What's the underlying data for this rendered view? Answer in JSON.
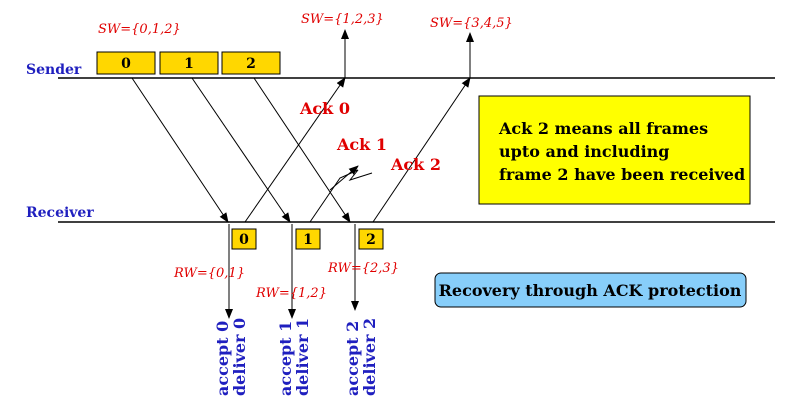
{
  "sender_label": "Sender",
  "receiver_label": "Receiver",
  "sender_windows": [
    "SW={0,1,2}",
    "SW={1,2,3}",
    "SW={3,4,5}"
  ],
  "sender_frames": [
    "0",
    "1",
    "2"
  ],
  "receiver_frames": [
    "0",
    "1",
    "2"
  ],
  "receiver_windows": [
    "RW={0,1}",
    "RW={1,2}",
    "RW={2,3}"
  ],
  "acks": [
    "Ack 0",
    "Ack 1",
    "Ack 2"
  ],
  "note_lines": [
    "Ack 2 means all frames",
    "upto and including",
    "frame 2 have been received"
  ],
  "recovery_label": "Recovery through ACK protection",
  "deliveries": [
    {
      "accept": "accept 0",
      "deliver": "deliver 0"
    },
    {
      "accept": "accept 1",
      "deliver": "deliver 1"
    },
    {
      "accept": "accept 2",
      "deliver": "deliver 2"
    }
  ],
  "colors": {
    "box_fill": "#ffd700",
    "note_fill": "#ffff00",
    "recovery_fill": "#87cefa",
    "ack_red": "#e00000",
    "label_blue": "#1f1fbf"
  }
}
